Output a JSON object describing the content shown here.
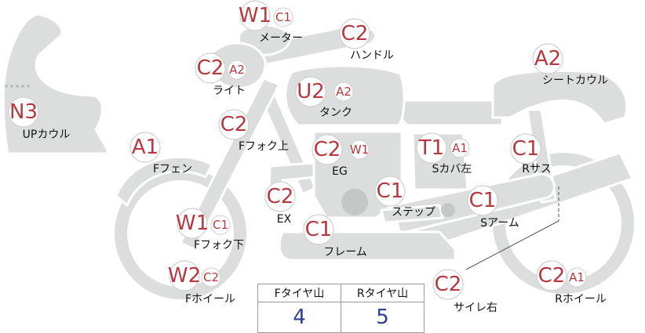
{
  "colors": {
    "part_fill": "#dcdddd",
    "code_color": "#b5393f",
    "tread_value_color": "#2e3f94",
    "table_border": "#9a9b9c"
  },
  "parts": [
    {
      "id": "upcowl",
      "codes": [
        "N3"
      ],
      "label": "UPカウル"
    },
    {
      "id": "meter",
      "codes": [
        "W1",
        "C1"
      ],
      "label": "メーター"
    },
    {
      "id": "handle",
      "codes": [
        "C2"
      ],
      "label": "ハンドル"
    },
    {
      "id": "light",
      "codes": [
        "C2",
        "A2"
      ],
      "label": "ライト"
    },
    {
      "id": "tank",
      "codes": [
        "U2",
        "A2"
      ],
      "label": "タンク"
    },
    {
      "id": "seatcowl",
      "codes": [
        "A2"
      ],
      "label": "シートカウル"
    },
    {
      "id": "ffork-up",
      "codes": [
        "C2"
      ],
      "label": "Fフォク上"
    },
    {
      "id": "ffender",
      "codes": [
        "A1"
      ],
      "label": "Fフェン"
    },
    {
      "id": "engine",
      "codes": [
        "C2",
        "W1"
      ],
      "label": "EG"
    },
    {
      "id": "scover-l",
      "codes": [
        "T1",
        "A1"
      ],
      "label": "Sカバ左"
    },
    {
      "id": "rsus",
      "codes": [
        "C1"
      ],
      "label": "Rサス"
    },
    {
      "id": "exhaust",
      "codes": [
        "C2"
      ],
      "label": "EX"
    },
    {
      "id": "step",
      "codes": [
        "C1"
      ],
      "label": "ステップ"
    },
    {
      "id": "sarm",
      "codes": [
        "C1"
      ],
      "label": "Sアーム"
    },
    {
      "id": "ffork-lo",
      "codes": [
        "W1",
        "C1"
      ],
      "label": "Fフォク下"
    },
    {
      "id": "frame",
      "codes": [
        "C1"
      ],
      "label": "フレーム"
    },
    {
      "id": "fwheel",
      "codes": [
        "W2",
        "C2"
      ],
      "label": "Fホイール"
    },
    {
      "id": "muffler-r",
      "codes": [
        "C2"
      ],
      "label": "サイレ右"
    },
    {
      "id": "rwheel",
      "codes": [
        "C2",
        "A1"
      ],
      "label": "Rホイール"
    }
  ],
  "tread_table": {
    "headers": [
      "Fタイヤ山",
      "Rタイヤ山"
    ],
    "values": [
      "4",
      "5"
    ]
  }
}
